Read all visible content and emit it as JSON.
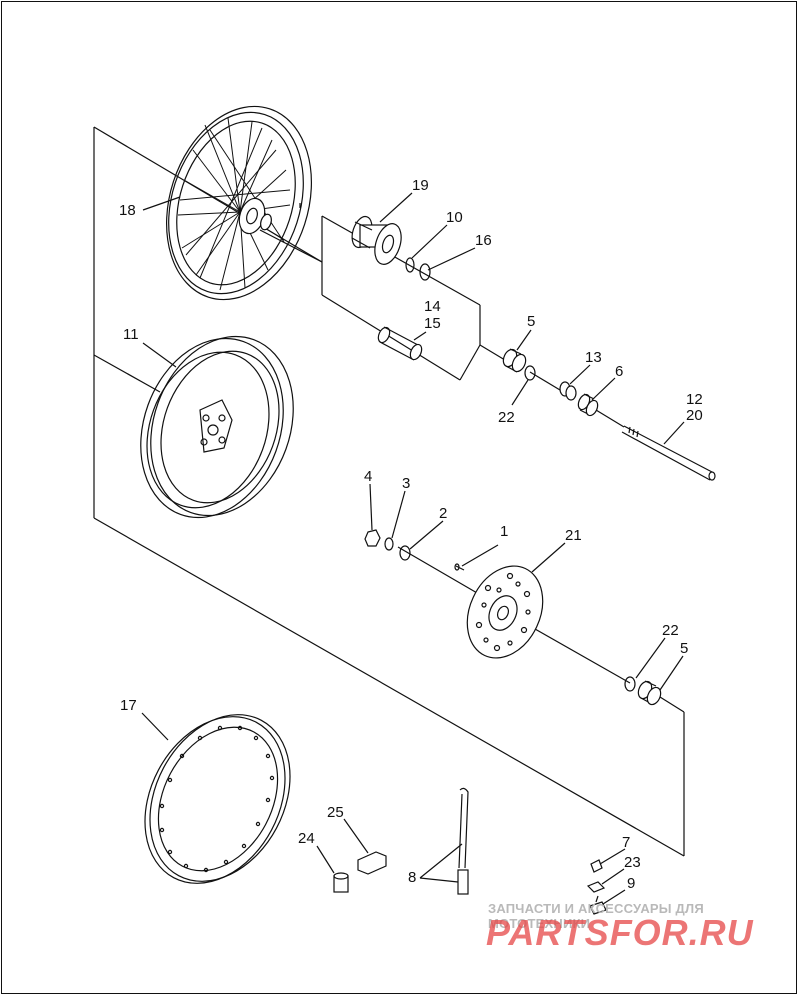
{
  "labels": {
    "p1": "1",
    "p2": "2",
    "p3": "3",
    "p4": "4",
    "p5a": "5",
    "p5b": "5",
    "p6": "6",
    "p7": "7",
    "p8": "8",
    "p9": "9",
    "p10": "10",
    "p11": "11",
    "p12": "12",
    "p13": "13",
    "p14": "14",
    "p15": "15",
    "p16": "16",
    "p17": "17",
    "p18": "18",
    "p19": "19",
    "p20": "20",
    "p21": "21",
    "p22a": "22",
    "p22b": "22",
    "p23": "23",
    "p24": "24",
    "p25": "25"
  },
  "watermark": {
    "tagline": "ЗАПЧАСТИ И АКСЕССУАРЫ ДЛЯ МОТОТЕХНИКИ",
    "brand": "PARTSFOR.RU"
  },
  "colors": {
    "line": "#111111",
    "watermark_red": "#e64848",
    "watermark_grey": "#b9b9b9"
  }
}
